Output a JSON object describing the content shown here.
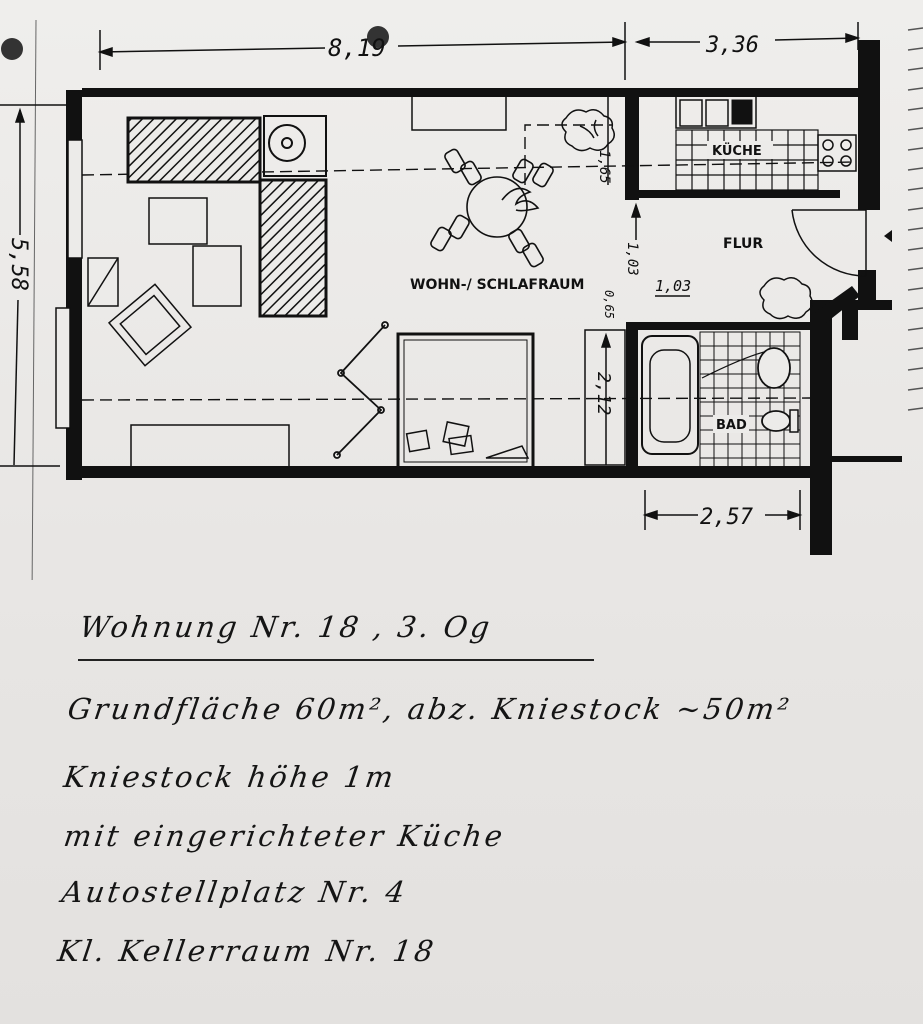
{
  "plan": {
    "rooms": {
      "living": "WOHN-/ SCHLAFRAUM",
      "kitchen": "KÜCHE",
      "hall": "FLUR",
      "bath": "BAD"
    },
    "dimensions": {
      "width_main": "8,19",
      "width_right": "3,36",
      "height_left": "5,58",
      "kitchen_depth": "1,65",
      "hall_depth": "1,03",
      "hall_width": "1,03",
      "small_gap": "0,65",
      "bath_depth": "2,12",
      "bath_width": "2,57"
    }
  },
  "notes": {
    "title": "Wohnung Nr. 18 , 3. Og",
    "line1": "Grundfläche 60m², abz. Kniestock ~50m²",
    "line2": "Kniestock höhe 1m",
    "line3": "mit eingerichteter Küche",
    "line4": "Autostellplatz Nr. 4",
    "line5": "Kl. Kellerraum Nr. 18"
  },
  "colors": {
    "ink": "#111111",
    "paper": "#ecebe9"
  }
}
